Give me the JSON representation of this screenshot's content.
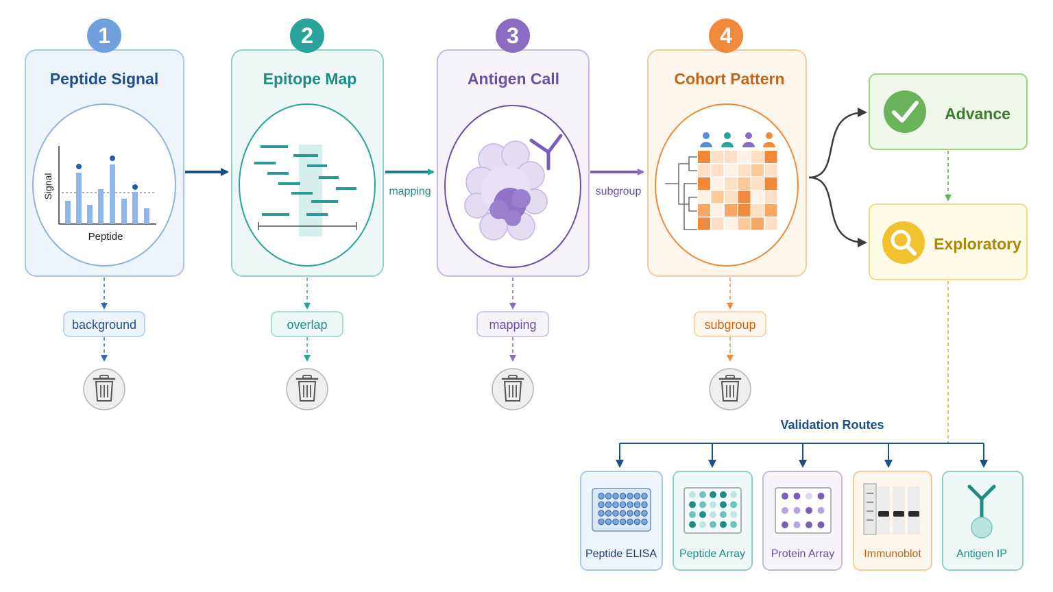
{
  "stages": [
    {
      "number": "1",
      "title": "Peptide Signal",
      "filter": "background",
      "color": "#1f4e8c",
      "accent": "#6f9fdc",
      "fill": "#eef4fb",
      "border": "#a9c6e8"
    },
    {
      "number": "2",
      "title": "Epitope Map",
      "filter": "overlap",
      "color": "#1e8c84",
      "accent": "#2aa39a",
      "fill": "#eef8f6",
      "border": "#8fd1c9"
    },
    {
      "number": "3",
      "title": "Antigen Call",
      "filter": "mapping",
      "color": "#6a4fa0",
      "accent": "#8a6cc0",
      "fill": "#f6f3fb",
      "border": "#c6b8e2"
    },
    {
      "number": "4",
      "title": "Cohort Pattern",
      "filter": "subgroup",
      "color": "#c0651a",
      "accent": "#f08a3a",
      "fill": "#fff6ec",
      "border": "#f5c99a"
    }
  ],
  "plot": {
    "y_label": "Signal",
    "x_label": "Peptide"
  },
  "connectors": {
    "stage2_to_3": "mapping",
    "stage3_to_4": "subgroup"
  },
  "outcomes": {
    "advance": {
      "label": "Advance",
      "color": "#3d7a2c",
      "fill": "#eef7e9",
      "border": "#9fcf8a"
    },
    "exploratory": {
      "label": "Exploratory",
      "color": "#a8870a",
      "fill": "#fffbe6",
      "border": "#f2d98a"
    }
  },
  "validation": {
    "title": "Validation Routes",
    "routes": [
      {
        "label": "Peptide ELISA",
        "color": "#1f4e8c"
      },
      {
        "label": "Peptide Array",
        "color": "#1e8c84"
      },
      {
        "label": "Protein Array",
        "color": "#6a4fa0"
      },
      {
        "label": "Immunoblot",
        "color": "#c0651a"
      },
      {
        "label": "Antigen IP",
        "color": "#1e8c84"
      }
    ]
  },
  "icons": {
    "discard": "trash-icon",
    "advance": "checkmark-icon",
    "exploratory": "magnifier-icon",
    "antibody": "antibody-icon"
  }
}
